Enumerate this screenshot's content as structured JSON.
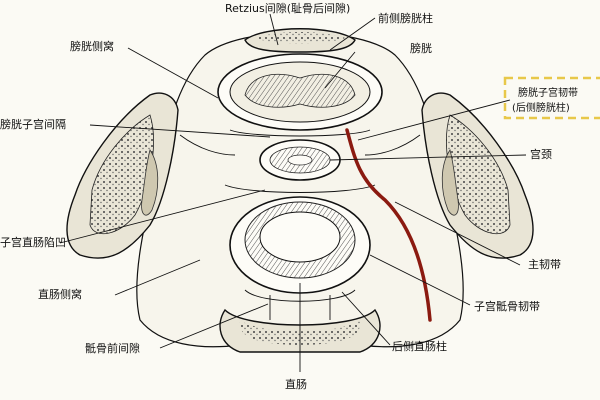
{
  "labels": {
    "retzius": "Retzius间隙(耻骨后间隙)",
    "anterior_vesical_pillar": "前侧膀胱柱",
    "bladder": "膀胱",
    "paravesical_fossa": "膀胱侧窝",
    "vesicouterine_septum": "膀胱子宫间隔",
    "vesicouterine_ligament": "膀胱子宫韧带",
    "posterior_vesical_pillar": "(后侧膀胱柱)",
    "cervix": "宫颈",
    "rectouterine_pouch": "子宫直肠陷凹",
    "cardinal_ligament": "主韧带",
    "pararectal_fossa": "直肠侧窝",
    "uterosacral_ligament": "子宫骶骨韧带",
    "presacral_space": "骶骨前间隙",
    "posterior_rectal_pillar": "后侧直肠柱",
    "rectum": "直肠"
  },
  "colors": {
    "line_dark_red": "#8b1a10",
    "highlight_box": "#e8c84a",
    "ink": "#111111"
  }
}
